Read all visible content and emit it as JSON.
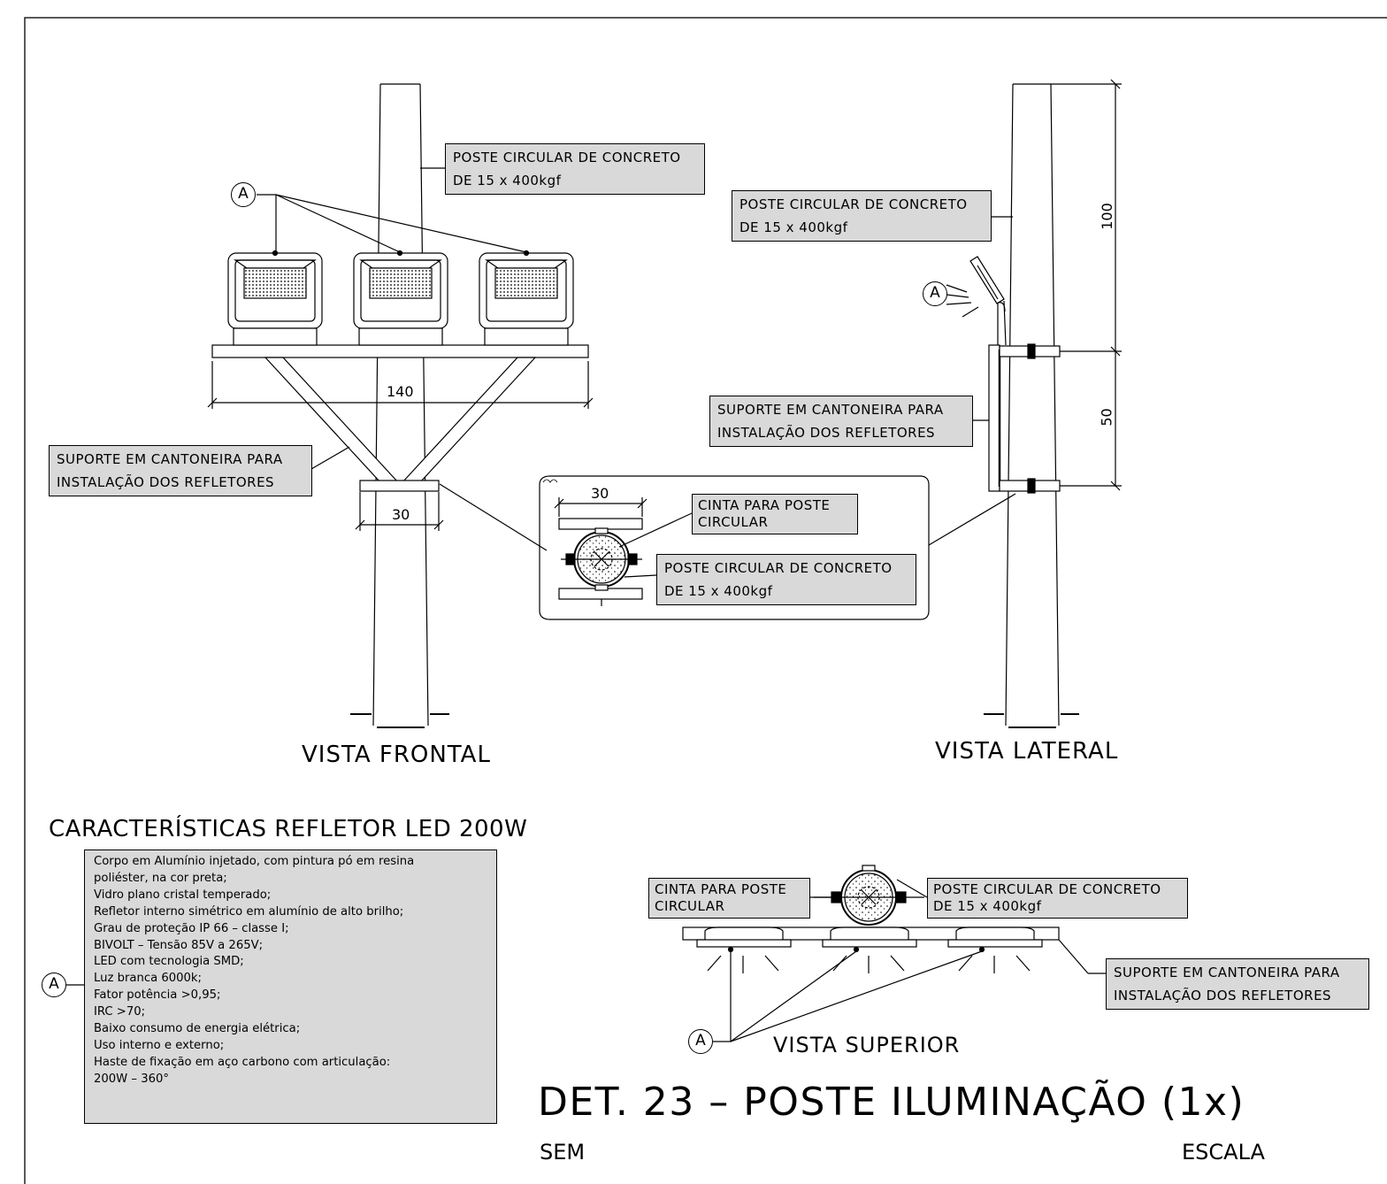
{
  "callouts": {
    "poste": [
      "POSTE CIRCULAR DE CONCRETO",
      "DE 15 x 400kgf"
    ],
    "suporte": [
      "SUPORTE EM CANTONEIRA PARA",
      "INSTALAÇÃO DOS REFLETORES"
    ],
    "cinta": [
      "CINTA PARA POSTE",
      "CIRCULAR"
    ],
    "marker": "A"
  },
  "dimensions": {
    "width_bar": "140",
    "bracket_width": "30",
    "detail_width": "30",
    "upper_height": "100",
    "lower_height": "50"
  },
  "views": {
    "frontal": "VISTA FRONTAL",
    "lateral": "VISTA LATERAL",
    "superior": "VISTA SUPERIOR"
  },
  "specs": {
    "title": "CARACTERÍSTICAS REFLETOR LED 200W",
    "lines": [
      "Corpo em Alumínio injetado, com pintura pó em resina",
      "poliéster, na cor preta;",
      "Vidro plano cristal temperado;",
      "Refletor interno simétrico em alumínio de alto brilho;",
      "Grau de proteção IP 66 – classe I;",
      "BIVOLT – Tensão 85V a 265V;",
      "LED com tecnologia SMD;",
      "Luz branca 6000k;",
      "Fator potência >0,95;",
      "IRC >70;",
      "Baixo consumo de energia elétrica;",
      "Uso interno e externo;",
      "Haste de fixação em aço carbono com articulação:",
      "200W – 360°"
    ]
  },
  "detail": {
    "title": "DET. 23 – POSTE ILUMINAÇÃO (1x)",
    "scale_left": "SEM",
    "scale_right": "ESCALA"
  }
}
